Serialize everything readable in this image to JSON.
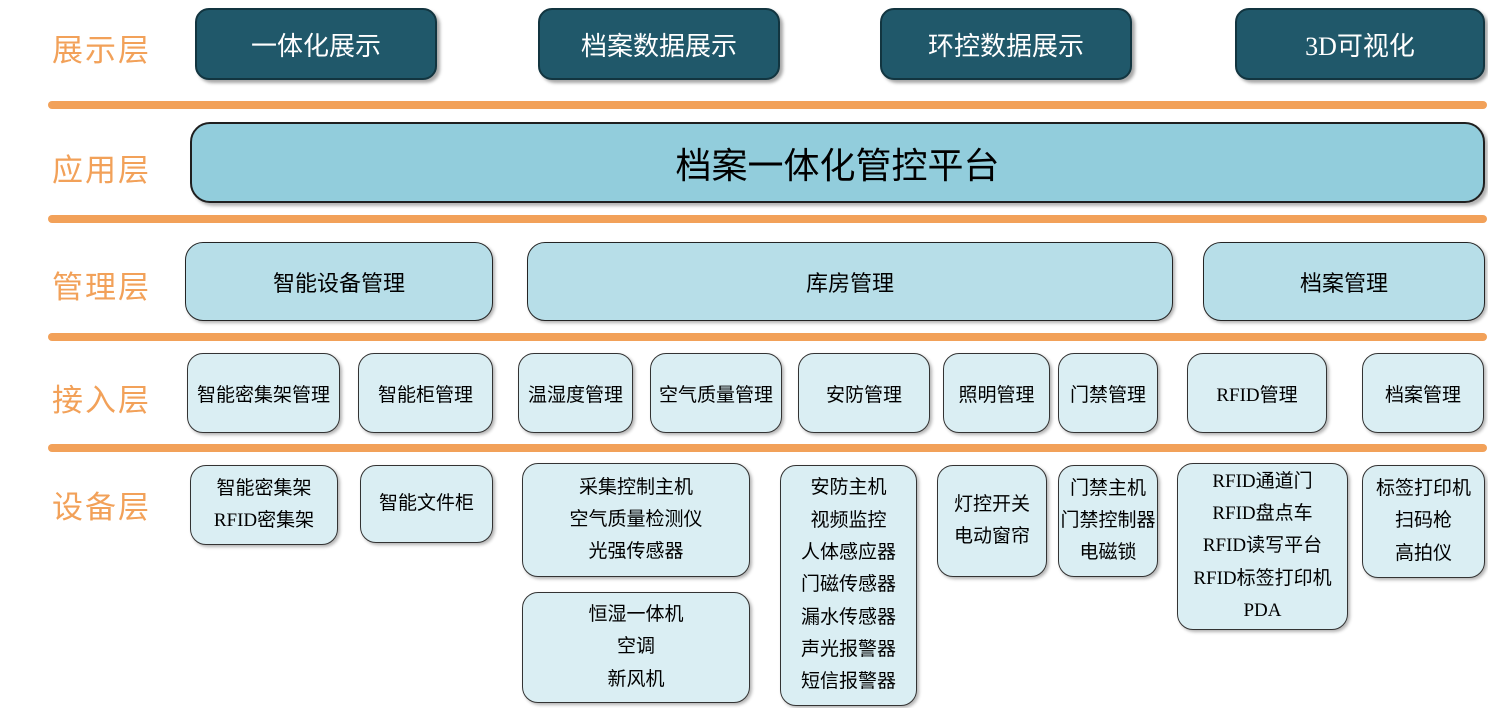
{
  "layers": {
    "display": {
      "label": "展示层",
      "boxes": [
        {
          "label": "一体化展示"
        },
        {
          "label": "档案数据展示"
        },
        {
          "label": "环控数据展示"
        },
        {
          "label": "3D可视化"
        }
      ]
    },
    "application": {
      "label": "应用层",
      "platform": "档案一体化管控平台"
    },
    "management": {
      "label": "管理层",
      "boxes": [
        {
          "label": "智能设备管理"
        },
        {
          "label": "库房管理"
        },
        {
          "label": "档案管理"
        }
      ]
    },
    "access": {
      "label": "接入层",
      "boxes": [
        {
          "label": "智能密集架管理"
        },
        {
          "label": "智能柜管理"
        },
        {
          "label": "温湿度管理"
        },
        {
          "label": "空气质量管理"
        },
        {
          "label": "安防管理"
        },
        {
          "label": "照明管理"
        },
        {
          "label": "门禁管理"
        },
        {
          "label": "RFID管理"
        },
        {
          "label": "档案管理"
        }
      ]
    },
    "device": {
      "label": "设备层",
      "boxes": [
        {
          "lines": [
            "智能密集架",
            "RFID密集架"
          ]
        },
        {
          "lines": [
            "智能文件柜"
          ]
        },
        {
          "lines": [
            "采集控制主机",
            "空气质量检测仪",
            "光强传感器"
          ]
        },
        {
          "lines": [
            "恒湿一体机",
            "空调",
            "新风机"
          ]
        },
        {
          "lines": [
            "安防主机",
            "视频监控",
            "人体感应器",
            "门磁传感器",
            "漏水传感器",
            "声光报警器",
            "短信报警器"
          ]
        },
        {
          "lines": [
            "灯控开关",
            "电动窗帘"
          ]
        },
        {
          "lines": [
            "门禁主机",
            "门禁控制器",
            "电磁锁"
          ]
        },
        {
          "lines": [
            "RFID通道门",
            "RFID盘点车",
            "RFID读写平台",
            "RFID标签打印机",
            "PDA"
          ]
        },
        {
          "lines": [
            "标签打印机",
            "扫码枪",
            "高拍仪"
          ]
        }
      ]
    }
  },
  "colors": {
    "dark_teal": "#20586A",
    "application_fill": "#92CDDC",
    "management_fill": "#B7DEE8",
    "light_fill": "#DAEEF3",
    "accent_orange": "#F2A159"
  }
}
